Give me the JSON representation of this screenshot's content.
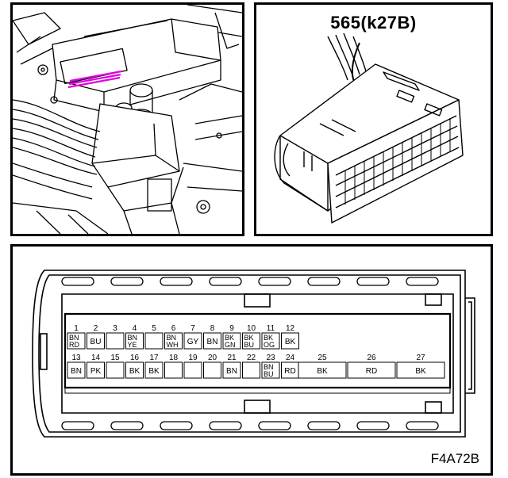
{
  "connector": {
    "title": "565(k27B)"
  },
  "figure": {
    "code": "F4A72B"
  },
  "pinout": {
    "row1": [
      {
        "num": "1",
        "code": [
          "BN",
          "RD"
        ]
      },
      {
        "num": "2",
        "code": [
          "BU"
        ]
      },
      {
        "num": "3",
        "code": []
      },
      {
        "num": "4",
        "code": [
          "BN",
          "YE"
        ]
      },
      {
        "num": "5",
        "code": []
      },
      {
        "num": "6",
        "code": [
          "BN",
          "WH"
        ]
      },
      {
        "num": "7",
        "code": [
          "GY"
        ]
      },
      {
        "num": "8",
        "code": [
          "BN"
        ]
      },
      {
        "num": "9",
        "code": [
          "BK",
          "GN"
        ]
      },
      {
        "num": "10",
        "code": [
          "BK",
          "BU"
        ]
      },
      {
        "num": "11",
        "code": [
          "BK",
          "OG"
        ]
      },
      {
        "num": "12",
        "code": [
          "BK"
        ]
      }
    ],
    "row2": [
      {
        "num": "13",
        "code": [
          "BN"
        ]
      },
      {
        "num": "14",
        "code": [
          "PK"
        ]
      },
      {
        "num": "15",
        "code": []
      },
      {
        "num": "16",
        "code": [
          "BK"
        ]
      },
      {
        "num": "17",
        "code": [
          "BK"
        ]
      },
      {
        "num": "18",
        "code": []
      },
      {
        "num": "19",
        "code": []
      },
      {
        "num": "20",
        "code": []
      },
      {
        "num": "21",
        "code": [
          "BN"
        ]
      },
      {
        "num": "22",
        "code": []
      },
      {
        "num": "23",
        "code": [
          "BN",
          "BU"
        ]
      },
      {
        "num": "24",
        "code": [
          "RD"
        ]
      },
      {
        "num": "25",
        "code": [
          "BK"
        ]
      },
      {
        "num": "26",
        "code": [
          "RD"
        ]
      },
      {
        "num": "27",
        "code": [
          "BK"
        ]
      }
    ]
  }
}
